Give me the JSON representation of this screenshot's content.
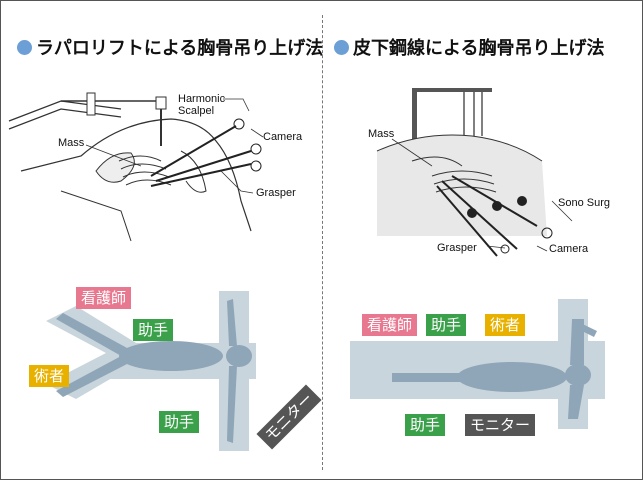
{
  "left": {
    "title": "ラパロリフトによる胸骨吊り上げ法",
    "labels": {
      "harmonic": "Harmonic",
      "scalpel": "Scalpel",
      "camera": "Camera",
      "mass": "Mass",
      "grasper": "Grasper"
    },
    "roles": {
      "nurse": "看護師",
      "assistant_top": "助手",
      "surgeon": "術者",
      "assistant_bottom": "助手",
      "monitor": "モニター"
    }
  },
  "right": {
    "title": "皮下鋼線による胸骨吊り上げ法",
    "labels": {
      "mass": "Mass",
      "sono_surg": "Sono Surg",
      "grasper": "Grasper",
      "camera": "Camera"
    },
    "roles": {
      "nurse": "看護師",
      "assistant_top": "助手",
      "surgeon": "術者",
      "assistant_bottom": "助手",
      "monitor": "モニター"
    }
  },
  "colors": {
    "bullet": "#6b9fd6",
    "nurse": "#e8788f",
    "assistant": "#3aa04a",
    "surgeon": "#e8b100",
    "monitor": "#555555",
    "table": "#c9d5dc",
    "body": "#8fa6b8"
  }
}
